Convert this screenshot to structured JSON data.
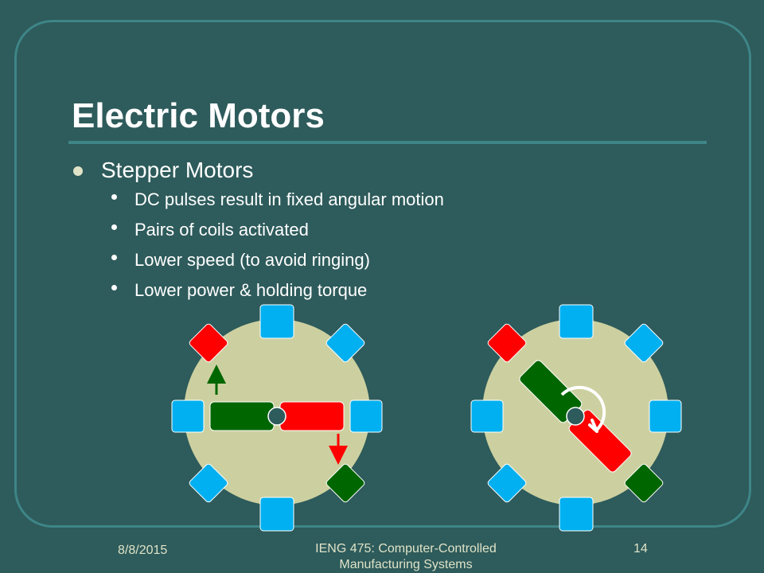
{
  "slide": {
    "title": "Electric Motors",
    "bullet": "Stepper Motors",
    "sub_bullets": [
      "DC pulses result in fixed angular motion",
      "Pairs of coils activated",
      "Lower speed (to avoid ringing)",
      "Lower power & holding torque"
    ]
  },
  "footer": {
    "date": "8/8/2015",
    "course": "IENG 475: Computer-Controlled Manufacturing Systems",
    "page": "14"
  },
  "colors": {
    "background": "#2e5b5b",
    "frame": "#3e8588",
    "stator": "#ccd0a0",
    "coil_idle": "#00b0f0",
    "coil_active_red": "#ff0000",
    "coil_active_green": "#006600"
  },
  "diagram": {
    "motor_1": "stepper motor, horizontal rotor, red and green coils activated, arrows show pull direction",
    "motor_2": "stepper motor, rotor rotated 45 degrees, curved arrow shows clockwise rotation"
  }
}
